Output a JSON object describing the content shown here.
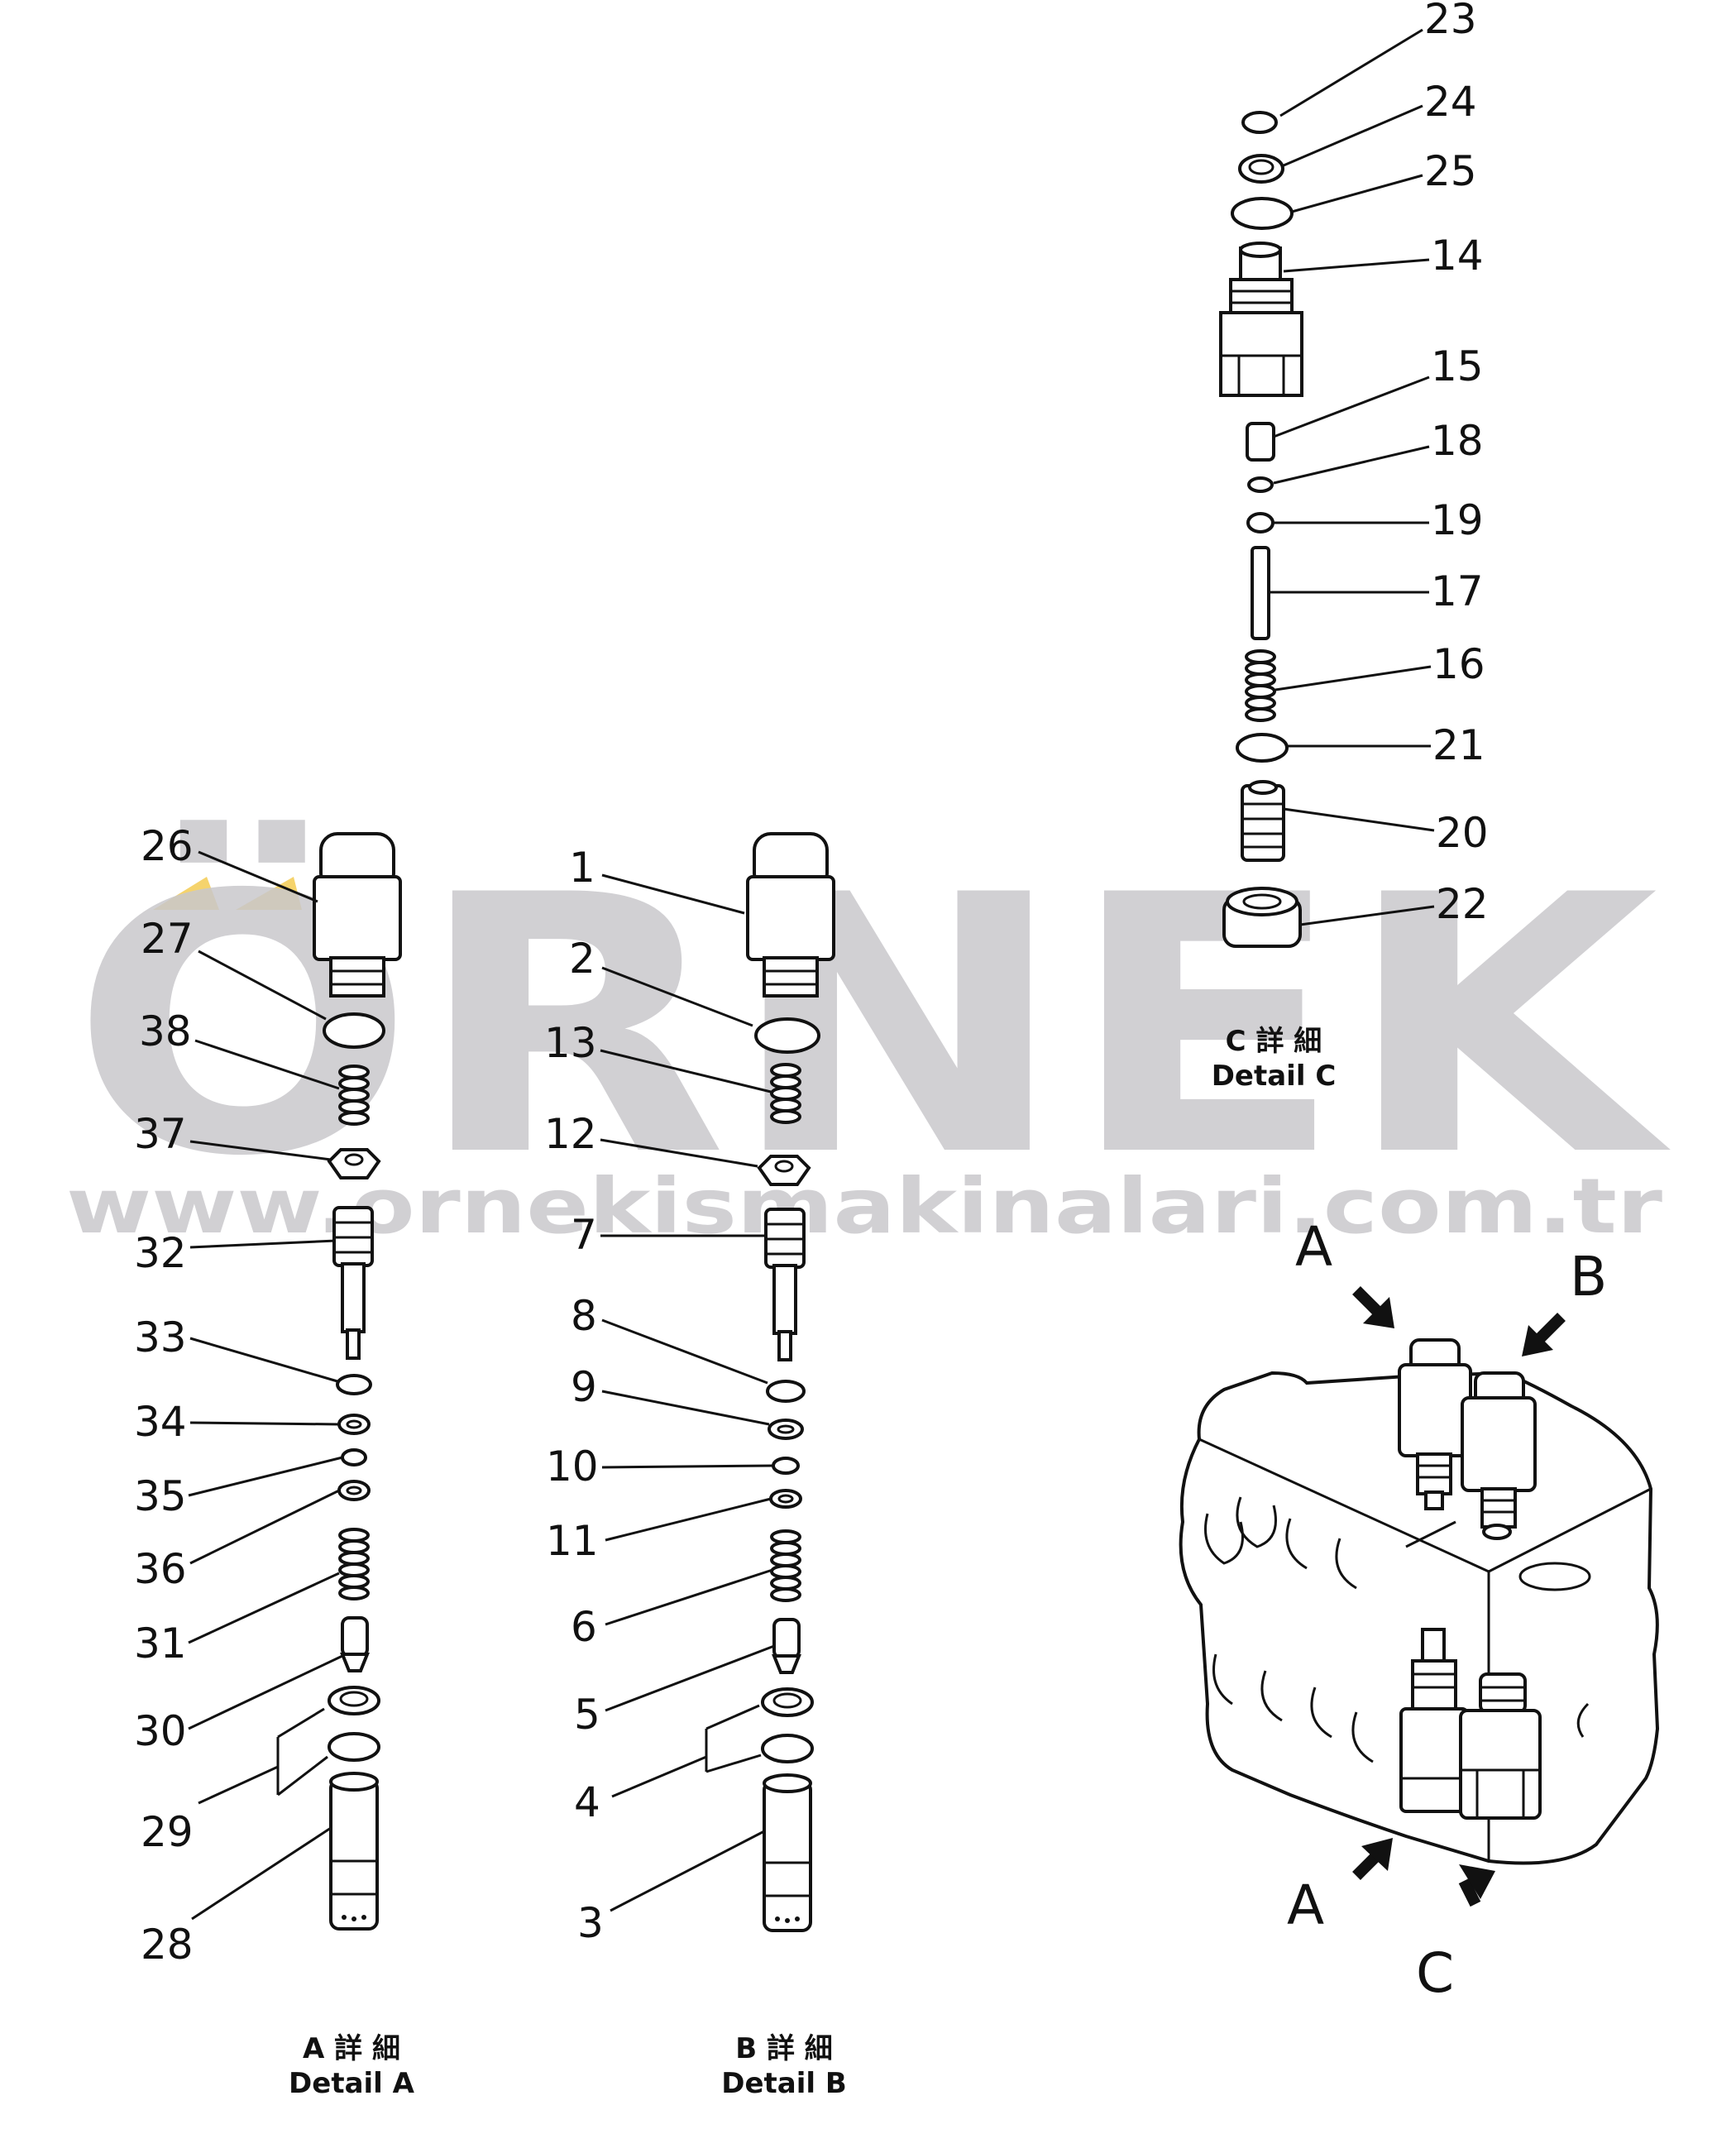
{
  "watermark": {
    "logo_text": "ÖRNEK",
    "url_text": "www.ornekismakinalari.com.tr"
  },
  "details": {
    "A": {
      "caption_jp": "A 詳 細",
      "caption_en": "Detail A"
    },
    "B": {
      "caption_jp": "B 詳 細",
      "caption_en": "Detail B"
    },
    "C": {
      "caption_jp": "C 詳 細",
      "caption_en": "Detail C"
    }
  },
  "callouts": {
    "c1": "1",
    "c2": "2",
    "c3": "3",
    "c4": "4",
    "c5": "5",
    "c6": "6",
    "c7": "7",
    "c8": "8",
    "c9": "9",
    "c10": "10",
    "c11": "11",
    "c12": "12",
    "c13": "13",
    "c14": "14",
    "c15": "15",
    "c16": "16",
    "c17": "17",
    "c18": "18",
    "c19": "19",
    "c20": "20",
    "c21": "21",
    "c22": "22",
    "c23": "23",
    "c24": "24",
    "c25": "25",
    "c26": "26",
    "c27": "27",
    "c28": "28",
    "c29": "29",
    "c30": "30",
    "c31": "31",
    "c32": "32",
    "c33": "33",
    "c34": "34",
    "c35": "35",
    "c36": "36",
    "c37": "37",
    "c38": "38"
  },
  "block_labels": {
    "a_top": "A",
    "b_top": "B",
    "a_bottom": "A",
    "c_bottom": "C"
  }
}
